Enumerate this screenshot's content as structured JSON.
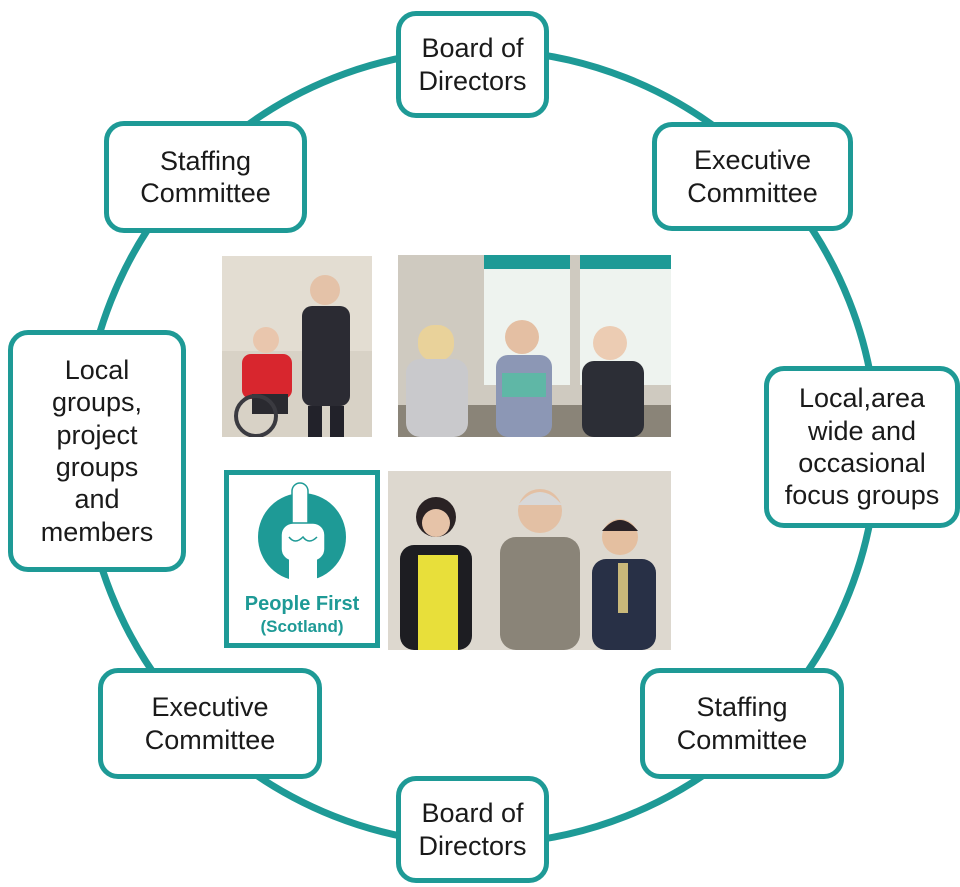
{
  "colors": {
    "ring": "#1e9a96",
    "node_border": "#1e9a96",
    "node_text": "#1a1a1a",
    "logo_teal": "#1e9a96"
  },
  "nodes": {
    "top": {
      "text": "Board of\nDirectors"
    },
    "top_right": {
      "text": "Executive\nCommittee"
    },
    "right": {
      "text": "Local,area\nwide and\noccasional\nfocus groups"
    },
    "bottom_right": {
      "text": "Staffing\nCommittee"
    },
    "bottom": {
      "text": "Board of\nDirectors"
    },
    "bottom_left": {
      "text": "Executive\nCommittee"
    },
    "left": {
      "text": "Local\ngroups,\nproject\ngroups\nand\nmembers"
    },
    "top_left": {
      "text": "Staffing\nCommittee"
    }
  },
  "logo": {
    "line1": "People First",
    "line2": "(Scotland)",
    "icon": "raised-finger-hand-icon"
  },
  "photos": {
    "photo1": "two-men-wheelchair-photo",
    "photo2": "group-reading-leaflet-photo",
    "photo3": "three-people-standing-photo"
  }
}
